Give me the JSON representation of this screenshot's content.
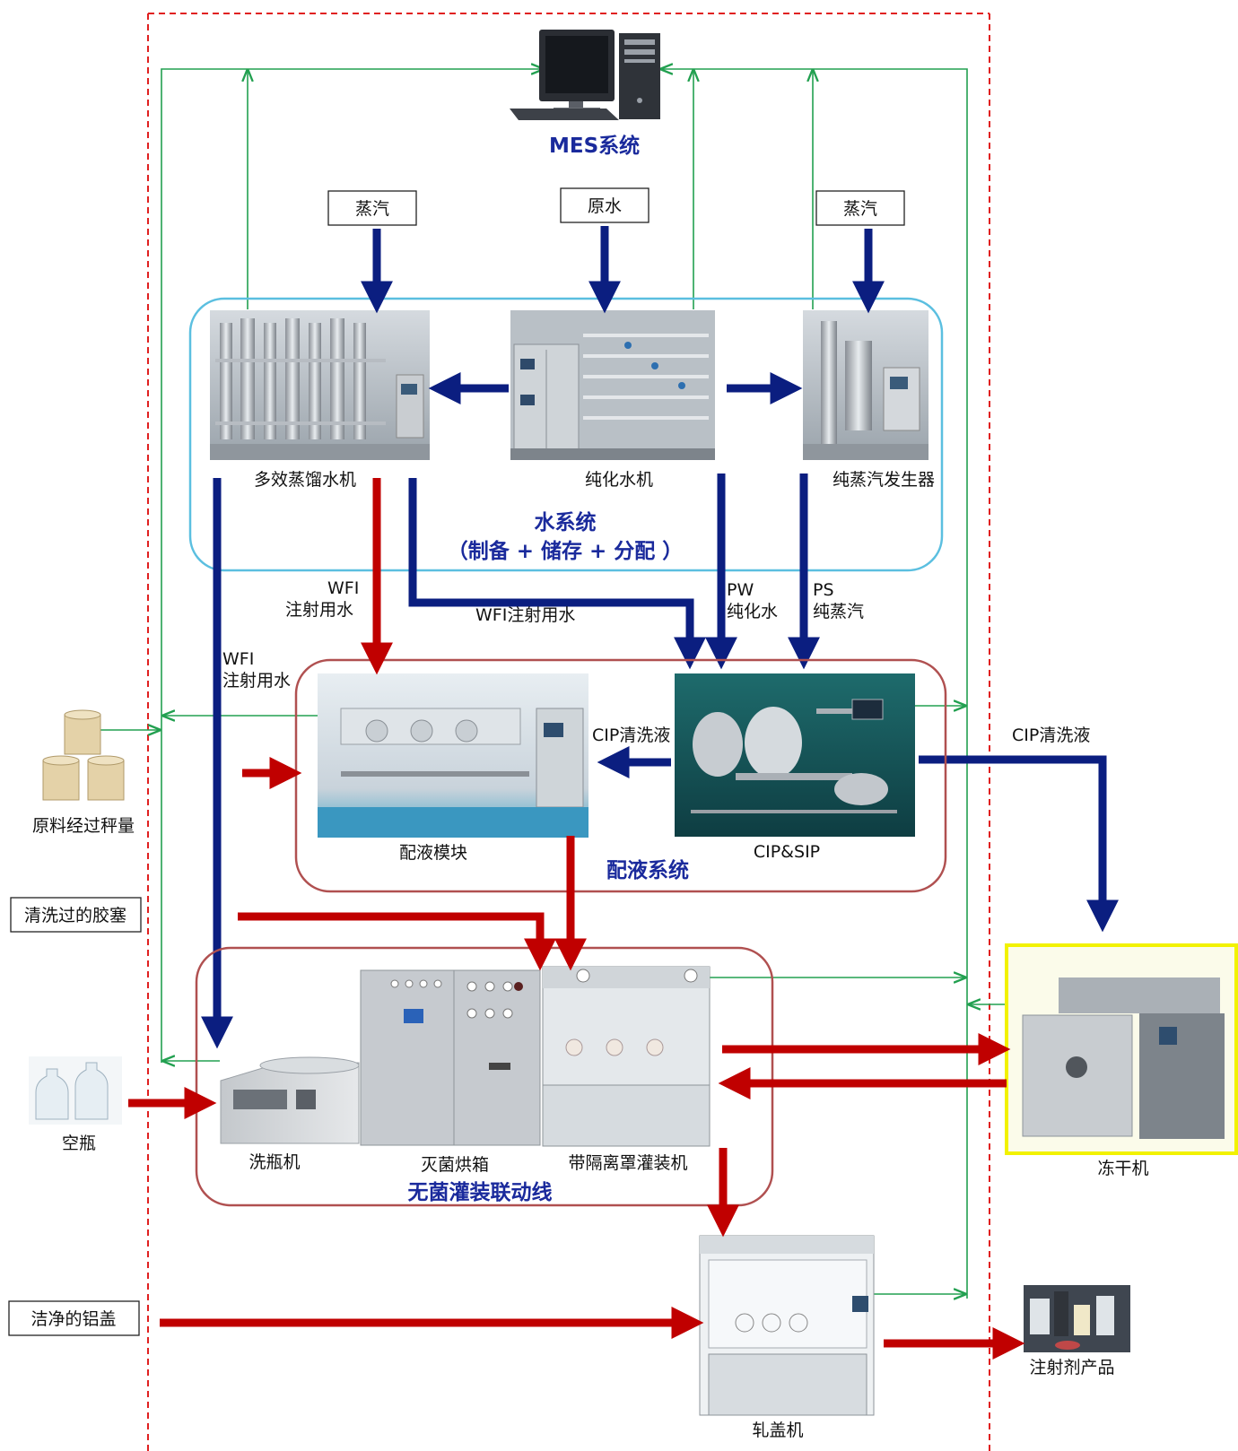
{
  "mes": {
    "label": "MES系统"
  },
  "inputs": {
    "steam_left": "蒸汽",
    "raw_water": "原水",
    "steam_right": "蒸汽"
  },
  "water_system": {
    "title_line1": "水系统",
    "title_line2": "（制备 + 储存 + 分配 ）",
    "multi_effect_still": "多效蒸馏水机",
    "purified_water_machine": "纯化水机",
    "pure_steam_generator": "纯蒸汽发生器"
  },
  "flow_labels": {
    "wfi_a_line1": "WFI",
    "wfi_a_line2": "注射用水",
    "wfi_b": "WFI注射用水",
    "pw_line1": "PW",
    "pw_line2": "纯化水",
    "ps_line1": "PS",
    "ps_line2": "纯蒸汽",
    "wfi_c_line1": "WFI",
    "wfi_c_line2": "注射用水",
    "cip_inner": "CIP清洗液",
    "cip_outer": "CIP清洗液"
  },
  "dispensing_system": {
    "title": "配液系统",
    "module": "配液模块",
    "cip_sip": "CIP&SIP"
  },
  "side_inputs": {
    "raw_material": "原料经过秤量",
    "stoppers": "清洗过的胶塞",
    "empty_vials": "空瓶",
    "aluminum_caps": "洁净的铝盖"
  },
  "filling_line": {
    "title": "无菌灌装联动线",
    "washer": "洗瓶机",
    "oven": "灭菌烘箱",
    "filler": "带隔离罩灌装机"
  },
  "freeze_dryer": {
    "label": "冻干机"
  },
  "capping": {
    "label": "轧盖机"
  },
  "product": {
    "label": "注射剂产品"
  },
  "colors": {
    "red_flow": "#c00000",
    "blue_flow": "#0b1e80",
    "green_signal": "#22a050",
    "dashed_border": "#e02020",
    "water_box": "#5bbfe0",
    "dispense_box": "#b05050",
    "yellow_frame": "#f2f200"
  }
}
